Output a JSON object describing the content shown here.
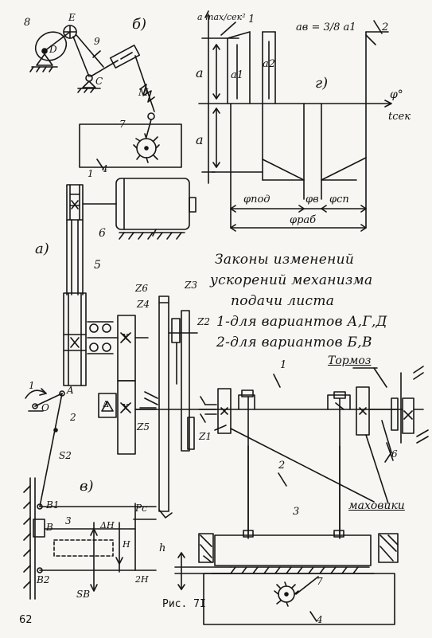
{
  "page_number": "62",
  "caption": "Рис. 7I",
  "legend": {
    "title": [
      "Законы изменений",
      "ускорений механизма",
      "подачи листа"
    ],
    "items": [
      "1-для вариантов А,Г,Д",
      "2-для вариантов Б,В"
    ]
  },
  "labels": {
    "a_panel": "а)",
    "b_panel": "б)",
    "v_panel": "в)",
    "g_panel": "г)",
    "brake": "Тормоз",
    "flywheels": "маховики",
    "accel_formula": "aв = 3/8 a1",
    "a_max": "a max/сек²",
    "phi_axis": "φ°",
    "t_axis": "tсек",
    "a_upper": "a",
    "a_lower": "a",
    "a1": "a1",
    "a2": "a2",
    "phi_pod": "φпод",
    "phi_v": "φв",
    "phi_sp": "φсп",
    "phi_rab": "φраб",
    "curve1": "1",
    "curve2": "2",
    "z2": "Z2",
    "z3": "Z3",
    "z4": "Z4",
    "z5": "Z5",
    "z6": "Z6",
    "z1": "Z1",
    "num_1_top": "1",
    "num_2_top": "2",
    "num_3_top": "3",
    "num_4_top": "4",
    "num_5": "5",
    "num_6": "6",
    "num_7_top": "7",
    "num_8": "8",
    "num_9": "9",
    "num_1_v": "1",
    "num_2_v": "2",
    "num_3_v": "3",
    "num_1_mech": "1",
    "num_2_mech": "2",
    "num_3_mech": "3",
    "num_4_mech": "4",
    "num_6_mech": "6",
    "num_7_mech": "7",
    "pt_E": "E",
    "pt_D": "D",
    "pt_C": "C",
    "pt_M": "M",
    "pt_A": "A",
    "pt_O": "O",
    "pt_B": "B",
    "pt_B1": "B1",
    "pt_B2": "B2",
    "s2": "S2",
    "sB": "SB",
    "Pc": "Pc",
    "dashH": "ΔH",
    "twoH": "2H",
    "h": "h",
    "H": "H",
    "delta": "Δ",
    "x": "X"
  }
}
